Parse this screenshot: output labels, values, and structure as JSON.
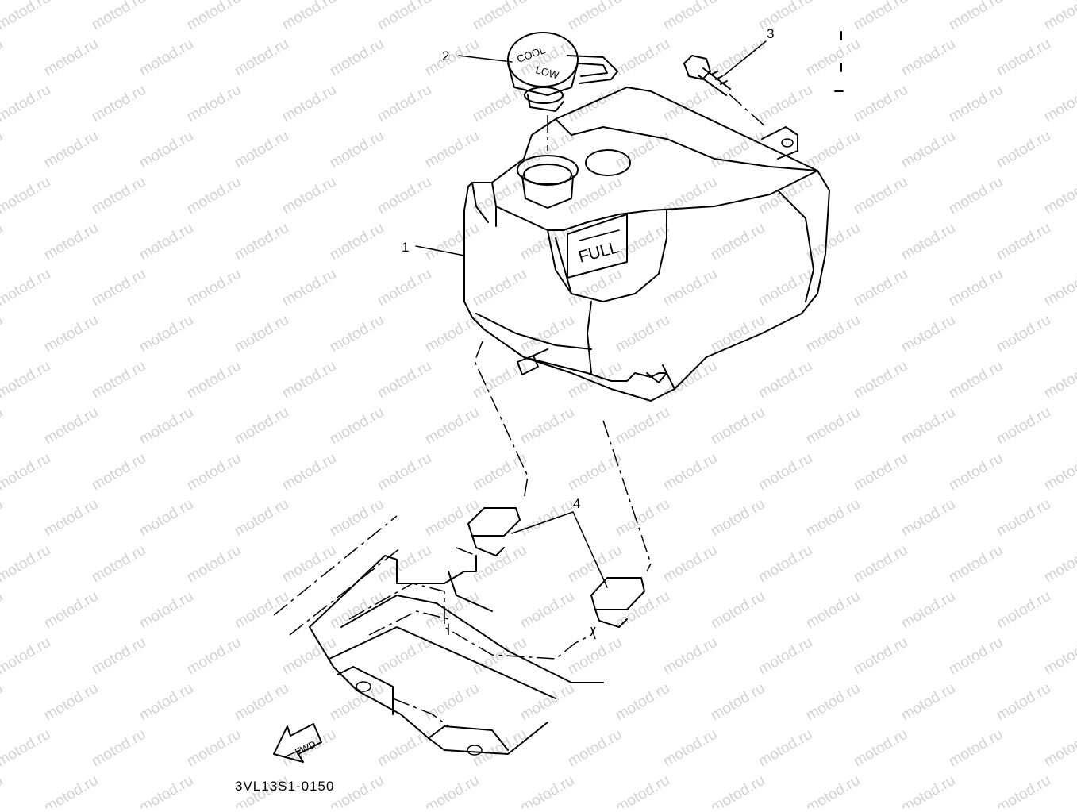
{
  "watermark": "motod.ru",
  "callouts": [
    {
      "id": "1",
      "part": "coolant reservoir tank"
    },
    {
      "id": "2",
      "part": "reservoir cap"
    },
    {
      "id": "3",
      "part": "bolt"
    },
    {
      "id": "4",
      "part": "damper pads"
    }
  ],
  "tank_mark": "FULL",
  "cap_text": "COOL",
  "cap_text2": "LOW",
  "fwd_arrow": "FWD",
  "diagram_code": "3VL13S1-0150",
  "colors": {
    "line": "#000000",
    "watermark": "#d2d2d2",
    "background": "#ffffff"
  }
}
